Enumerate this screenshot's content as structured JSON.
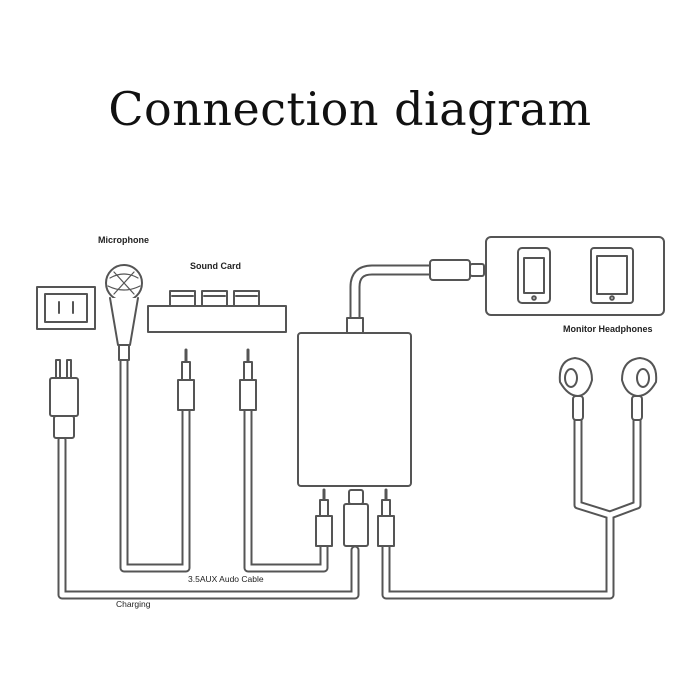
{
  "diagram": {
    "title": "Connection diagram",
    "labels": {
      "microphone": "Microphone",
      "sound_card": "Sound Card",
      "monitor_headphones": "Monitor Headphones",
      "aux_cable": "3.5AUX Audo Cable",
      "charging": "Charging"
    },
    "colors": {
      "stroke": "#555555",
      "fill": "#ffffff",
      "text": "#222222"
    }
  }
}
